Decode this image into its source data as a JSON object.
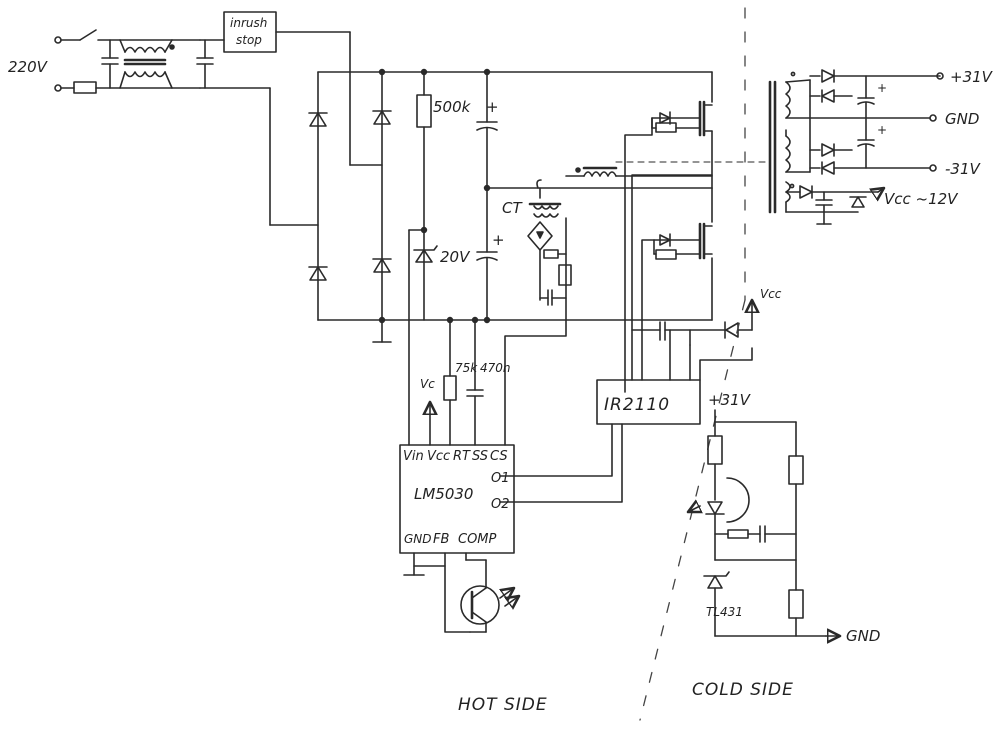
{
  "labels": {
    "mains": "220V",
    "inrush": "inrush",
    "stop": "stop",
    "r_bleed": "500k",
    "zener": "20V",
    "ct": "CT",
    "r_rt": "75k",
    "c_ct": "470n",
    "vc_arrow": "Vc",
    "vcc_top": "Vcc",
    "driver_ic": "IR2110",
    "pwm_ic": "LM5030",
    "pin_vin": "Vin",
    "pin_vcc": "Vcc",
    "pin_rt": "RT",
    "pin_ss": "SS",
    "pin_cs": "CS",
    "pin_o1": "O1",
    "pin_o2": "O2",
    "pin_gnd": "GND",
    "pin_fb": "FB",
    "pin_comp": "COMP",
    "out_pos": "+31V",
    "out_gnd": "GND",
    "out_neg": "-31V",
    "out_vcc": "Vcc ~12V",
    "fb_supply": "+31V",
    "fb_ref": "TL431",
    "fb_gnd": "GND",
    "hot_side": "HOT SIDE",
    "cold_side": "COLD SIDE"
  }
}
